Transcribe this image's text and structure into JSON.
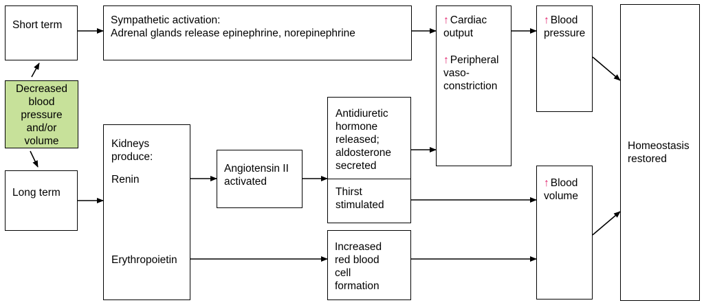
{
  "diagram": {
    "decreased": [
      "Decreased",
      "blood",
      "pressure",
      "and/or",
      "volume"
    ],
    "short_term": "Short term",
    "long_term": "Long term",
    "sympathetic": [
      "Sympathetic activation:",
      "Adrenal glands release epinephrine, norepinephrine"
    ],
    "cardiac": {
      "arrow_symbol": "↑",
      "line1": [
        "Cardiac",
        "output"
      ],
      "line2": [
        "Peripheral",
        "vaso-",
        "constriction"
      ]
    },
    "blood_pressure": [
      "Blood",
      "pressure"
    ],
    "kidneys": {
      "title": [
        "Kidneys",
        "produce:"
      ],
      "renin": "Renin",
      "erythropoietin": "Erythropoietin"
    },
    "angiotensin": [
      "Angiotensin II",
      "activated"
    ],
    "adh": [
      "Antidiuretic",
      "hormone",
      "released;",
      "aldosterone",
      "secreted"
    ],
    "thirst": [
      "Thirst",
      "stimulated"
    ],
    "red_blood": [
      "Increased",
      "red blood",
      "cell",
      "formation"
    ],
    "blood_volume": [
      "Blood",
      "volume"
    ],
    "homeostasis": [
      "Homeostasis",
      "restored"
    ],
    "colors": {
      "green": "#c7e19a",
      "up_arrow": "#e0206a"
    }
  }
}
